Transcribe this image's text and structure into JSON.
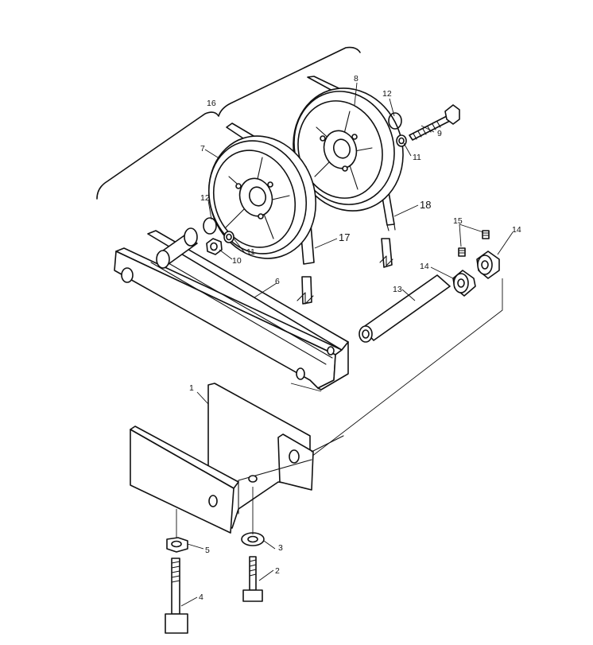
{
  "callouts": {
    "c1": "1",
    "c2": "2",
    "c3": "3",
    "c4": "4",
    "c5": "5",
    "c6": "6",
    "c7": "7",
    "c8": "8",
    "c9": "9",
    "c10": "10",
    "c11a": "11",
    "c11b": "11",
    "c12a": "12",
    "c12b": "12",
    "c13": "13",
    "c14a": "14",
    "c14b": "14",
    "c15": "15",
    "c16": "16",
    "c17": "17",
    "c18": "18"
  }
}
